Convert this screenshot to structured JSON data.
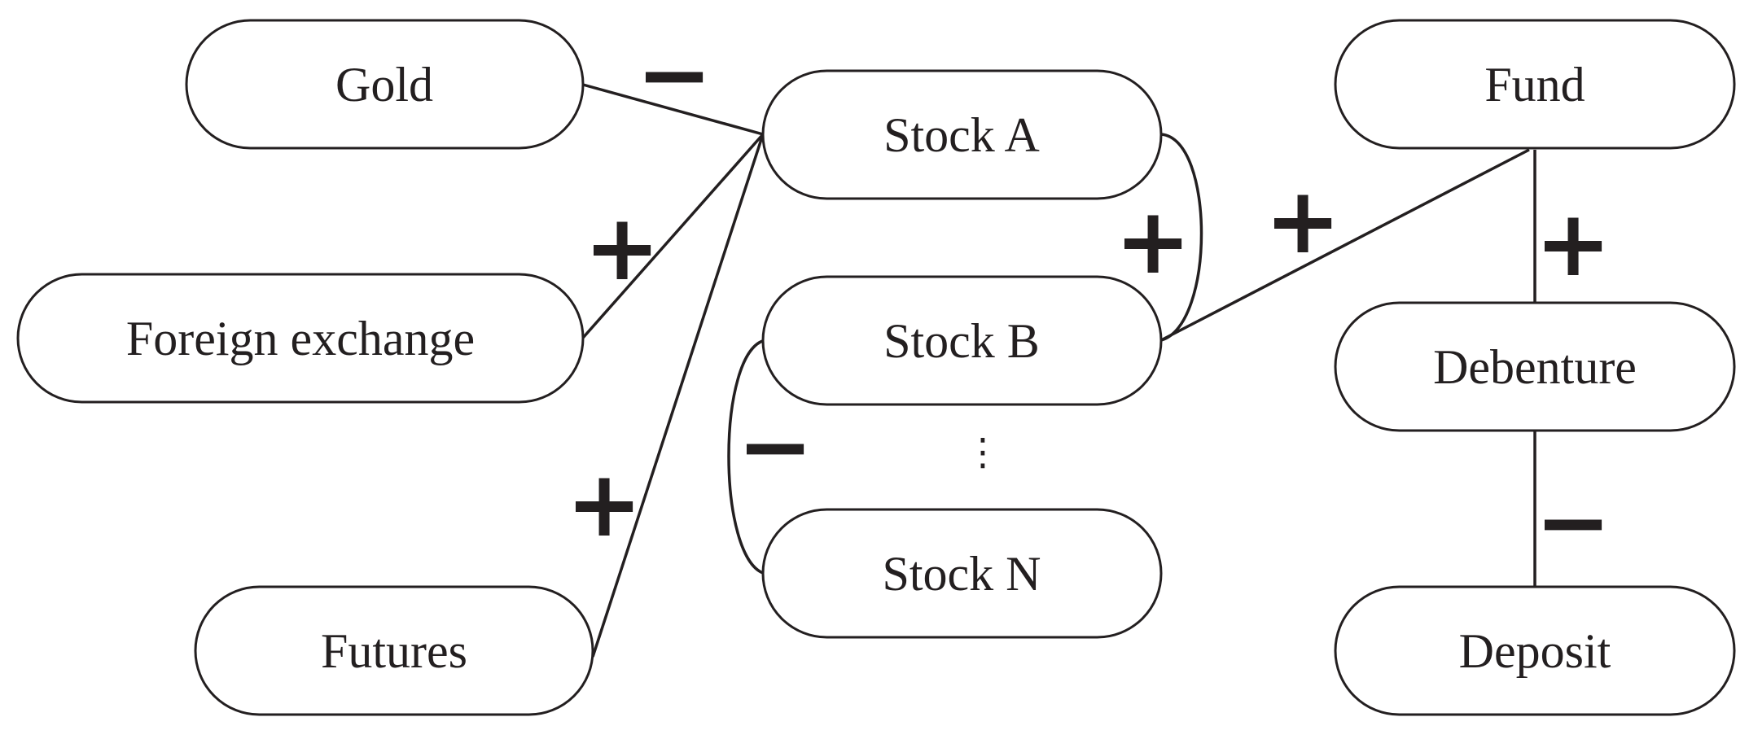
{
  "nodes": {
    "gold": "Gold",
    "foreign_exchange": "Foreign exchange",
    "futures": "Futures",
    "stock_a": "Stock A",
    "stock_b": "Stock B",
    "stock_n": "Stock N",
    "fund": "Fund",
    "debenture": "Debenture",
    "deposit": "Deposit"
  },
  "ellipsis": "⋮",
  "edges": [
    {
      "from": "gold",
      "to": "stock_a",
      "sign": "−"
    },
    {
      "from": "foreign_exchange",
      "to": "stock_a",
      "sign": "+"
    },
    {
      "from": "futures",
      "to": "stock_a",
      "sign": "+"
    },
    {
      "from": "stock_a",
      "to": "stock_b",
      "sign": "+"
    },
    {
      "from": "stock_b",
      "to": "fund",
      "sign": "+"
    },
    {
      "from": "stock_b",
      "to": "stock_n",
      "sign": "−"
    },
    {
      "from": "fund",
      "to": "debenture",
      "sign": "+"
    },
    {
      "from": "debenture",
      "to": "deposit",
      "sign": "−"
    }
  ]
}
